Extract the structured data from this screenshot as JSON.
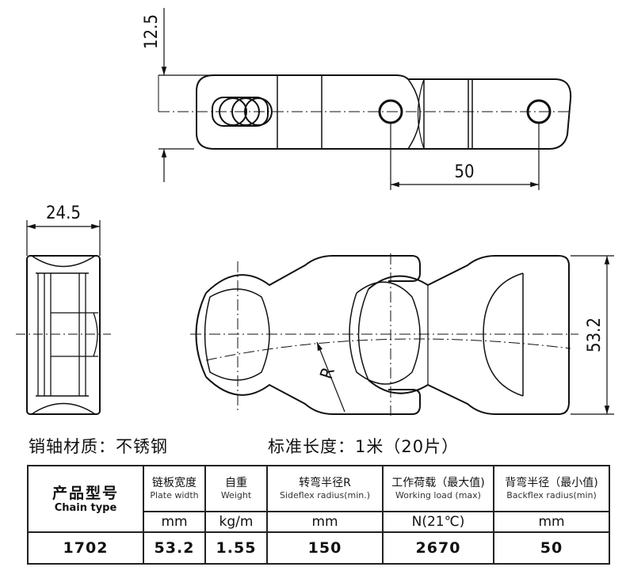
{
  "drawing": {
    "dimensions": {
      "height": "12.5",
      "pitch": "50",
      "width": "24.5",
      "plate_width": "53.2",
      "radius_label": "R"
    }
  },
  "notes": {
    "material": "销轴材质：不锈钢",
    "length": "标准长度：1米（20片）"
  },
  "table": {
    "model_header_cn": "产品型号",
    "model_header_en": "Chain type",
    "columns": [
      {
        "cn": "链板宽度",
        "en": "Plate width",
        "unit": "mm",
        "value": "53.2"
      },
      {
        "cn": "自重",
        "en": "Weight",
        "unit": "kg/m",
        "value": "1.55"
      },
      {
        "cn": "转弯半径R",
        "en": "Sideflex radius(min.)",
        "unit": "mm",
        "value": "150"
      },
      {
        "cn": "工作荷载（最大值)",
        "en": "Working load  (max)",
        "unit": "N(21℃)",
        "value": "2670"
      },
      {
        "cn": "背弯半径（最小值)",
        "en": "Backflex radius(min)",
        "unit": "mm",
        "value": "50"
      }
    ],
    "model_value": "1702"
  }
}
